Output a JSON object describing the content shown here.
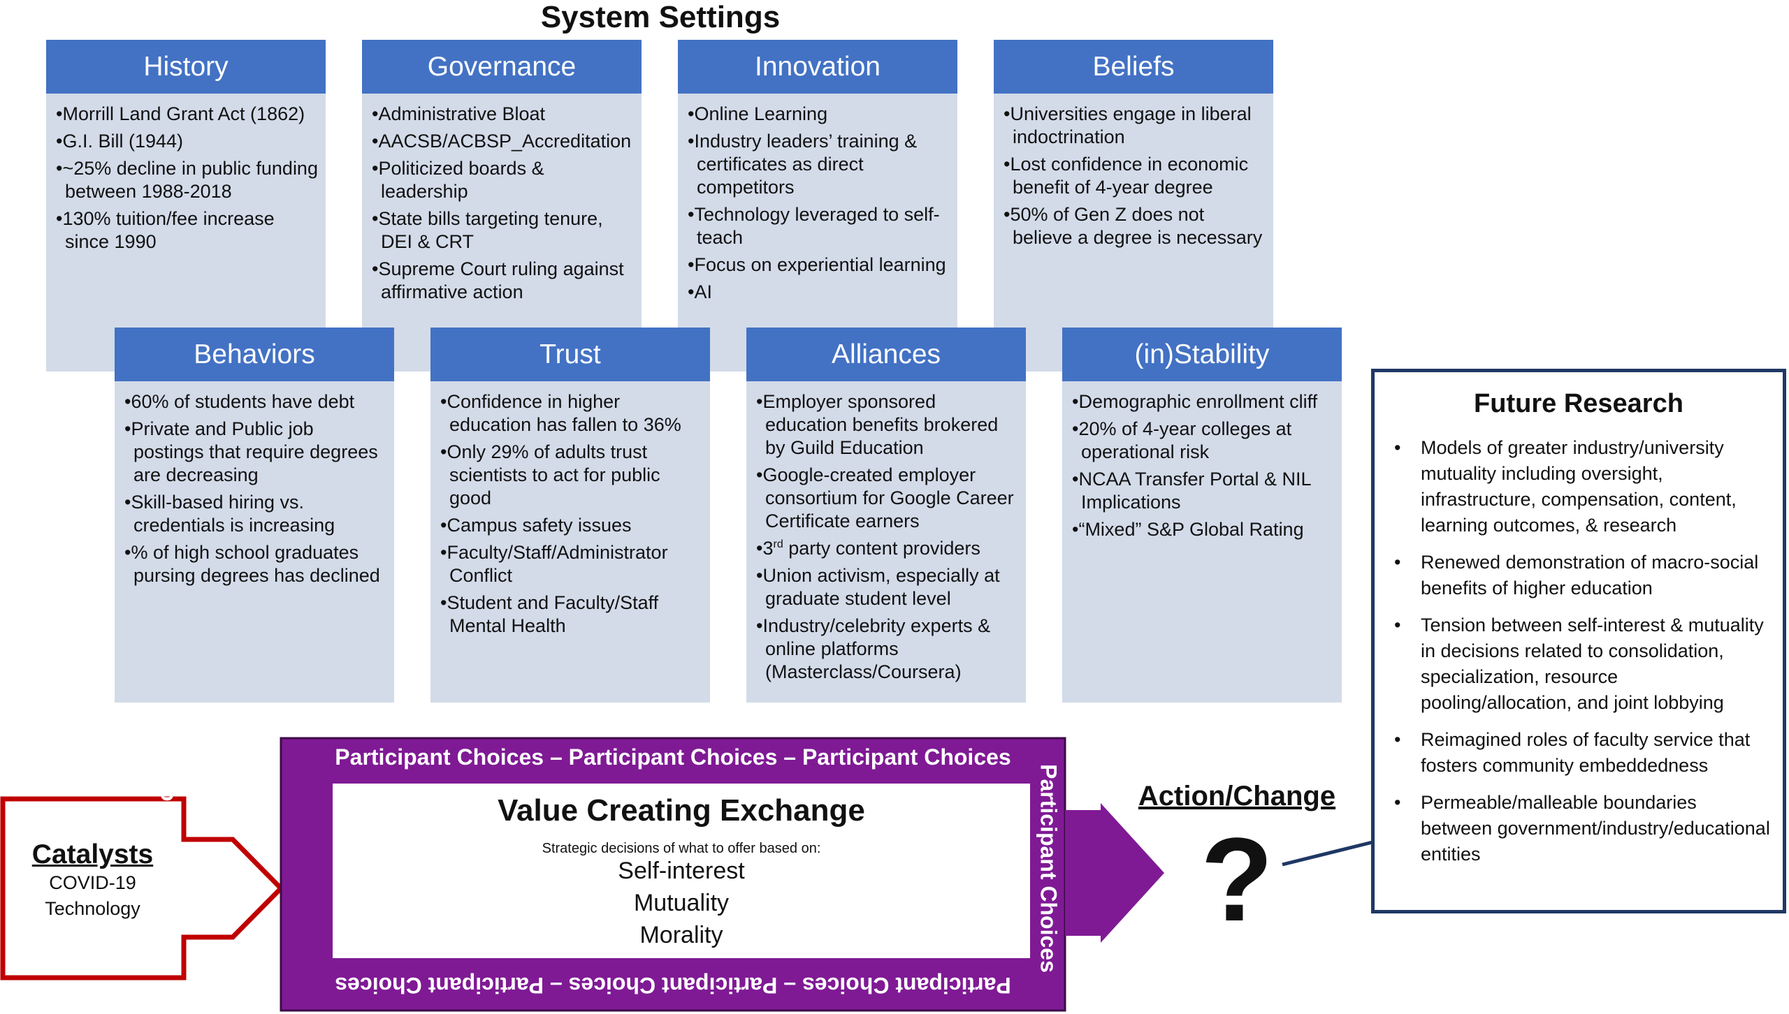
{
  "title": "System Settings",
  "cards": {
    "history": {
      "title": "History",
      "items": [
        "Morrill Land Grant Act (1862)",
        "G.I. Bill (1944)",
        "~25% decline in public funding between 1988-2018",
        "130% tuition/fee increase since 1990"
      ]
    },
    "governance": {
      "title": "Governance",
      "items": [
        "Administrative Bloat",
        "AACSB/ACBSP_Accreditation",
        "Politicized boards & leadership",
        "State bills targeting tenure, DEI & CRT",
        "Supreme Court ruling against affirmative action"
      ]
    },
    "innovation": {
      "title": "Innovation",
      "items": [
        "Online Learning",
        "Industry leaders’ training & certificates as direct competitors",
        "Technology leveraged to self-teach",
        "Focus on experiential learning",
        "AI"
      ]
    },
    "beliefs": {
      "title": "Beliefs",
      "items": [
        "Universities engage in liberal indoctrination",
        "Lost confidence in economic benefit of 4-year degree",
        "50% of Gen Z does not believe a degree is necessary"
      ]
    },
    "behaviors": {
      "title": "Behaviors",
      "items": [
        "60% of students have debt",
        "Private and Public job postings that require degrees are decreasing",
        "Skill-based hiring vs. credentials is increasing",
        "% of high school graduates pursing degrees has declined"
      ]
    },
    "trust": {
      "title": "Trust",
      "items": [
        "Confidence in higher education has fallen to 36%",
        "Only 29% of adults trust scientists to act for public good",
        "Campus safety issues",
        "Faculty/Staff/Administrator Conflict",
        "Student and Faculty/Staff Mental Health"
      ]
    },
    "alliances": {
      "title": "Alliances",
      "items": [
        "Employer sponsored education benefits brokered by Guild Education",
        "Google-created employer consortium for Google Career Certificate earners",
        "3rd party content providers",
        "Union activism, especially at graduate student level",
        "Industry/celebrity experts & online platforms (Masterclass/Coursera)"
      ],
      "item_2_parts": [
        "3",
        "rd",
        " party content providers"
      ]
    },
    "instability": {
      "title": "(in)Stability",
      "items": [
        "Demographic enrollment cliff",
        "20% of 4-year colleges at operational risk",
        "NCAA Transfer Portal & NIL Implications",
        "“Mixed” S&P Global Rating"
      ]
    }
  },
  "future_research": {
    "title": "Future Research",
    "items": [
      "Models of greater industry/university mutuality including oversight, infrastructure, compensation, content, learning outcomes, & research",
      "Renewed demonstration of macro-social benefits of higher education",
      "Tension between self-interest & mutuality in decisions related to consolidation, specialization, resource pooling/allocation, and joint lobbying",
      "Reimagined roles of faculty service that fosters community embeddedness",
      "Permeable/malleable boundaries between government/industry/educational entities"
    ]
  },
  "catalysts": {
    "title": "Catalysts",
    "items": [
      "COVID-19",
      "Technology"
    ]
  },
  "exchange": {
    "band_text": "Participant Choices – Participant Choices – Participant Choices",
    "side_text": "Participant Choices",
    "title": "Value Creating Exchange",
    "subtitle": "Strategic decisions of what to offer based on:",
    "values": [
      "Self-interest",
      "Mutuality",
      "Morality"
    ]
  },
  "action": {
    "label": "Action/Change",
    "symbol": "?"
  },
  "colors": {
    "card_header": "#4372c4",
    "card_body": "#d3dbe9",
    "purple": "#7f1a94",
    "catalyst_red": "#c00000",
    "future_border": "#1f3864"
  }
}
